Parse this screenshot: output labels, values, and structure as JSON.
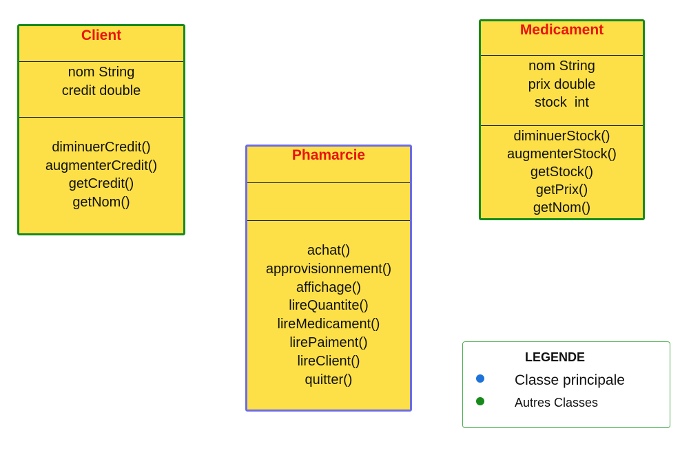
{
  "classes": {
    "client": {
      "name": "Client",
      "attributes": [
        "nom String",
        "credit double"
      ],
      "methods": [
        "diminuerCredit()",
        "augmenterCredit()",
        "getCredit()",
        "getNom()"
      ],
      "border_color": "#178a1c"
    },
    "pharmacie": {
      "name": "Phamarcie",
      "attributes": [],
      "methods": [
        "achat()",
        "approvisionnement()",
        "affichage()",
        "lireQuantite()",
        "lireMedicament()",
        "lirePaiment()",
        "lireClient()",
        "quitter()"
      ],
      "border_color": "#6b6bea"
    },
    "medicament": {
      "name": "Medicament",
      "attributes": [
        "nom String",
        "prix double",
        "stock  int"
      ],
      "methods": [
        "diminuerStock()",
        "augmenterStock()",
        "getStock()",
        "getPrix()",
        "getNom()"
      ],
      "border_color": "#178a1c"
    }
  },
  "legend": {
    "title": "LEGENDE",
    "items": [
      {
        "label": "Classe principale",
        "color": "#1e73d8"
      },
      {
        "label": "Autres Classes",
        "color": "#178a1c"
      }
    ]
  },
  "colors": {
    "class_fill": "#fde047",
    "class_name": "#e8140c"
  }
}
